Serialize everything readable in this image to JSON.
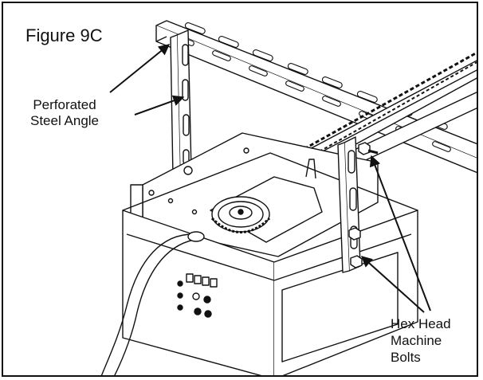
{
  "figure": {
    "title": "Figure 9C",
    "callouts": {
      "perforated_angle": {
        "lines": [
          "Perforated",
          "Steel Angle"
        ]
      },
      "hex_bolts": {
        "lines": [
          "Hex Head",
          "Machine",
          "Bolts"
        ]
      }
    }
  }
}
